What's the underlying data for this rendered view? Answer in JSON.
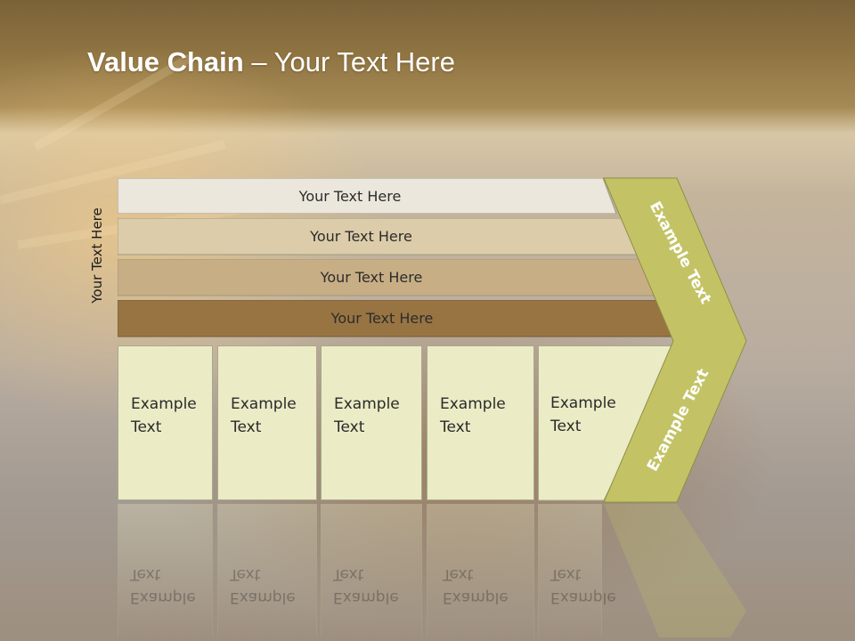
{
  "slide": {
    "title_bold": "Value Chain",
    "title_rest": " – Your Text Here",
    "side_label": "Your Text Here"
  },
  "bands": [
    {
      "label": "Your Text Here",
      "fill": "#ece7dc"
    },
    {
      "label": "Your Text Here",
      "fill": "#dccca9"
    },
    {
      "label": "Your Text Here",
      "fill": "#c8ae85"
    },
    {
      "label": "Your Text Here",
      "fill": "#987443"
    }
  ],
  "activities": [
    {
      "label": "Example\nText"
    },
    {
      "label": "Example\nText"
    },
    {
      "label": "Example\nText"
    },
    {
      "label": "Example\nText"
    },
    {
      "label": "Example\nText"
    }
  ],
  "chevron": {
    "top_label": "Example Text",
    "bottom_label": "Example Text",
    "fill": "#c3c366"
  }
}
